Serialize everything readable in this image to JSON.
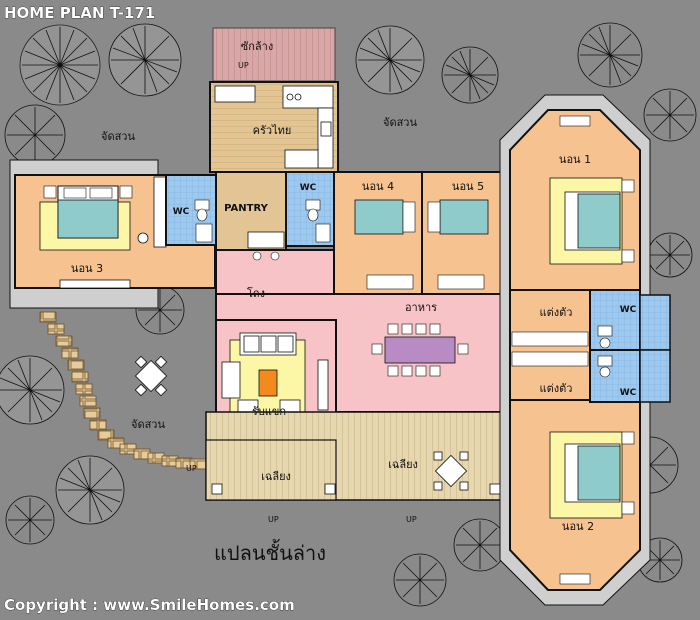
{
  "title": "HOME PLAN T-171",
  "plan_caption": "แปลนชั้นล่าง",
  "copyright": "Copyright : www.SmileHomes.com",
  "rooms": {
    "laundry": "ซักล้าง",
    "thai_kitchen": "ครัวไทย",
    "garden_top_left": "จัดสวน",
    "garden_top_mid": "จัดสวน",
    "garden_bottom_left": "จัดสวน",
    "pantry": "PANTRY",
    "wc_left": "WC",
    "wc_center": "WC",
    "wc_right_top": "WC",
    "wc_right_bottom": "WC",
    "bedroom1": "นอน 1",
    "bedroom2": "นอน 2",
    "bedroom3": "นอน 3",
    "bedroom4": "นอน 4",
    "bedroom5": "นอน 5",
    "hall": "โถง",
    "dining": "อาหาร",
    "living": "รับแขก",
    "dressing_top": "แต่งตัว",
    "dressing_bottom": "แต่งตัว",
    "terrace_left": "เฉลียง",
    "terrace_right": "เฉลียง"
  },
  "up_labels": {
    "laundry": "UP",
    "terrace_side": "UP",
    "front_left": "UP",
    "front_right": "UP"
  },
  "colors": {
    "background": "#8a8a8a",
    "bedroom": "#f6c28f",
    "hall": "#f7c3c7",
    "kitchen": "#e3c595",
    "wet_room": "#9ec9ef",
    "laundry": "#d9a7a7",
    "terrace": "#e6d7b0",
    "bed_cover": "#8fcbcb",
    "rug": "#fbf7a6",
    "dining_table": "#b88bc5",
    "coffee_table": "#f28a1e"
  }
}
